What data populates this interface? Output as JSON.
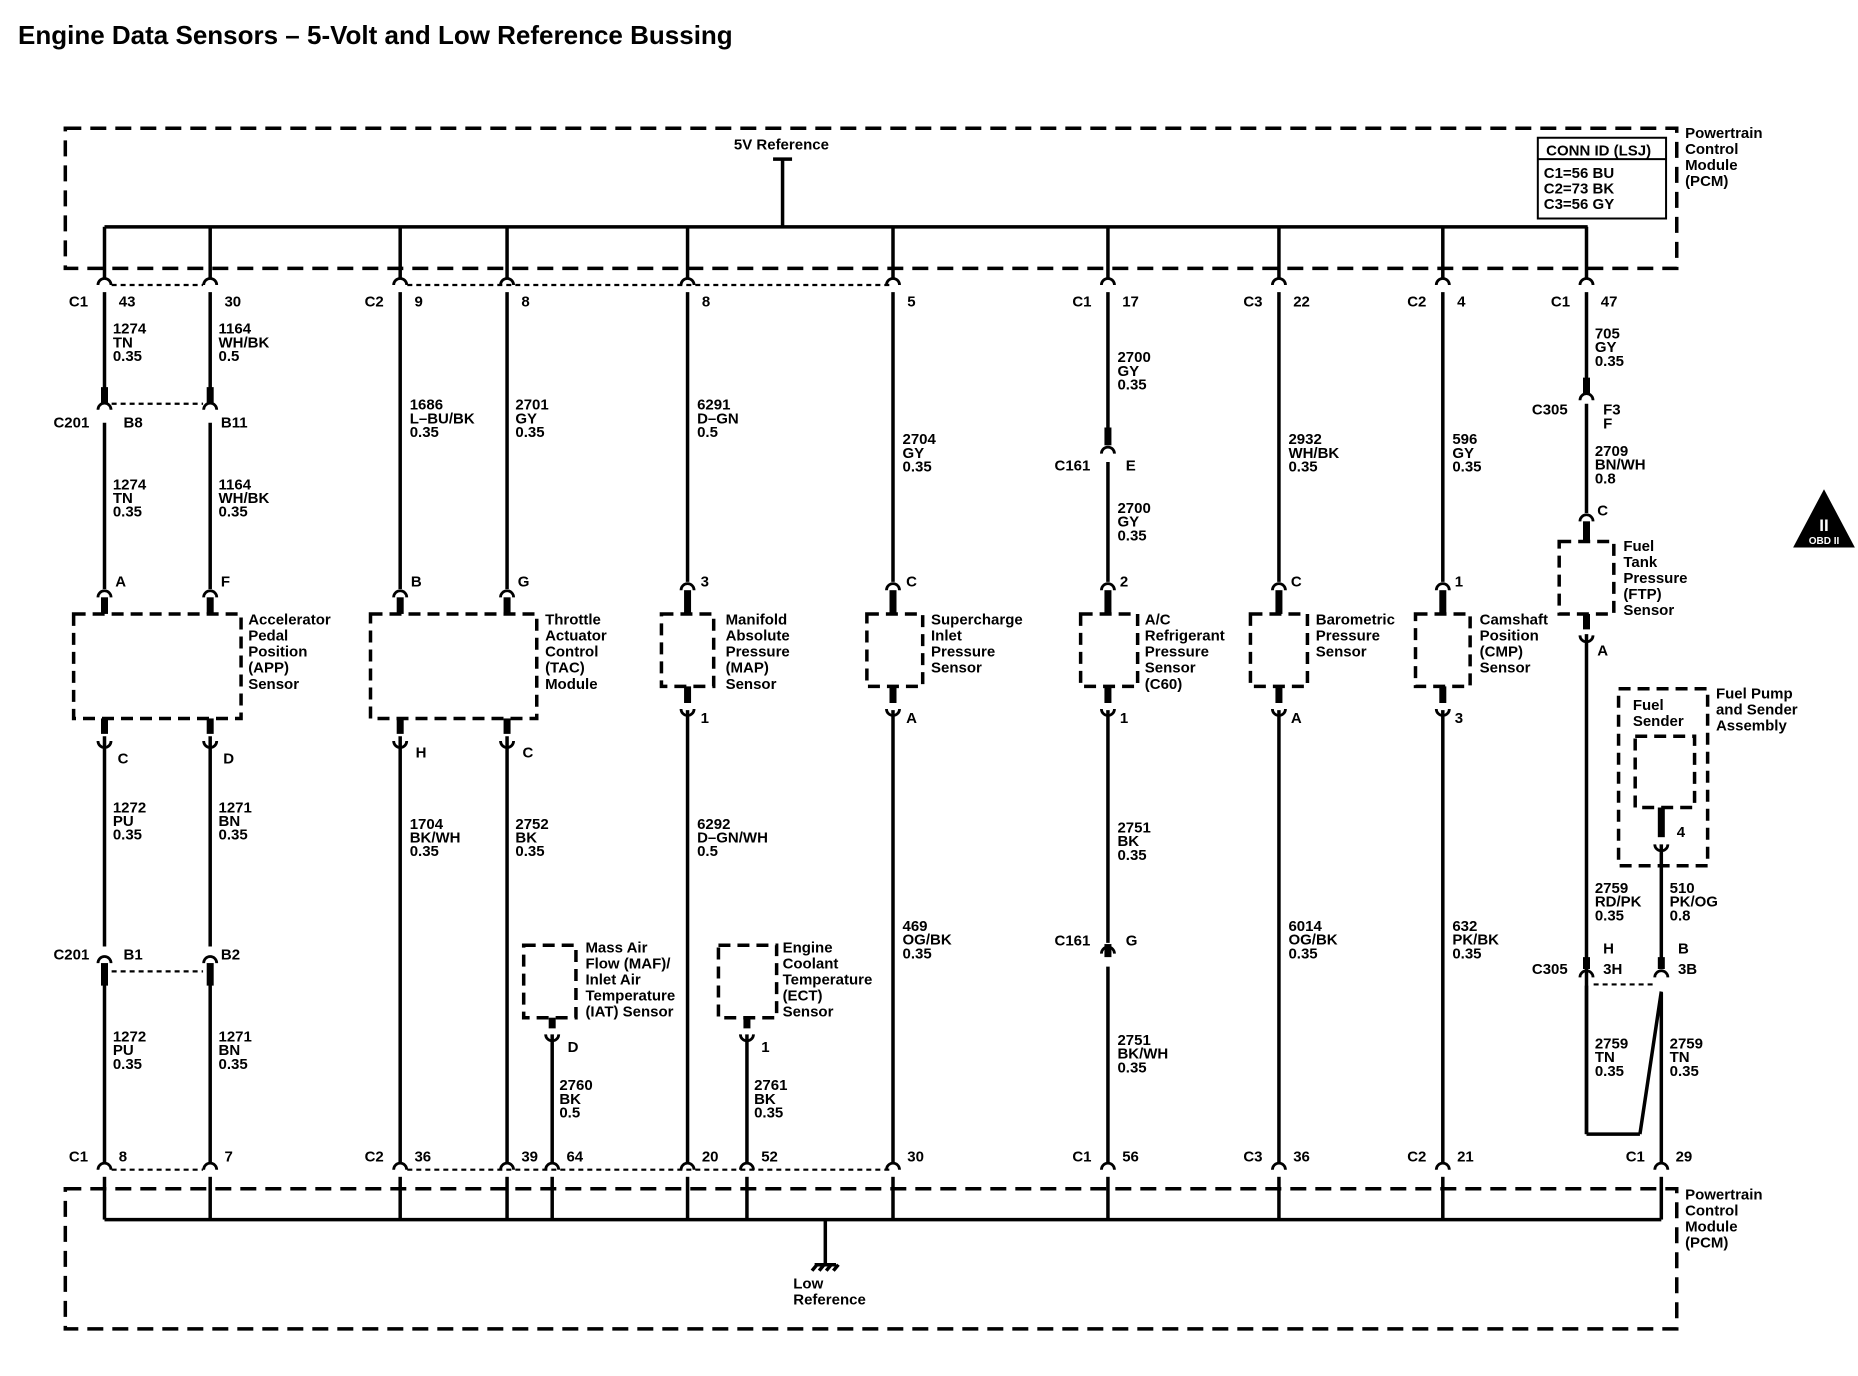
{
  "title": "Engine Data Sensors – 5-Volt and Low Reference Bussing",
  "module": {
    "name": [
      "Powertrain",
      "Control",
      "Module",
      "(PCM)"
    ],
    "conn_id_title": "CONN ID (LSJ)",
    "conn_ids": [
      "C1=56 BU",
      "C2=73 BK",
      "C3=56 GY"
    ]
  },
  "five_v_reference": "5V Reference",
  "low_reference": [
    "Low",
    "Reference"
  ],
  "obd_badge": {
    "numeral": "II",
    "text": "OBD II"
  },
  "top_pins": [
    {
      "conn": "C1",
      "pin": "43"
    },
    {
      "conn": "",
      "pin": "30"
    },
    {
      "conn": "C2",
      "pin": "9"
    },
    {
      "conn": "",
      "pin": "8"
    },
    {
      "conn": "",
      "pin": "8"
    },
    {
      "conn": "",
      "pin": "5"
    },
    {
      "conn": "C1",
      "pin": "17"
    },
    {
      "conn": "C3",
      "pin": "22"
    },
    {
      "conn": "C2",
      "pin": "4"
    },
    {
      "conn": "C1",
      "pin": "47"
    }
  ],
  "bottom_pins": [
    {
      "conn": "C1",
      "pin": "8"
    },
    {
      "conn": "",
      "pin": "7"
    },
    {
      "conn": "C2",
      "pin": "36"
    },
    {
      "conn": "",
      "pin": "39"
    },
    {
      "conn": "",
      "pin": "64"
    },
    {
      "conn": "",
      "pin": "20"
    },
    {
      "conn": "",
      "pin": "52"
    },
    {
      "conn": "",
      "pin": "30"
    },
    {
      "conn": "C1",
      "pin": "56"
    },
    {
      "conn": "C3",
      "pin": "36"
    },
    {
      "conn": "C2",
      "pin": "21"
    },
    {
      "conn": "C1",
      "pin": "29"
    }
  ],
  "wires": {
    "w1274": [
      "1274",
      "TN",
      "0.35"
    ],
    "w1164a": [
      "1164",
      "WH/BK",
      "0.5"
    ],
    "w1274b": [
      "1274",
      "TN",
      "0.35"
    ],
    "w1164b": [
      "1164",
      "WH/BK",
      "0.35"
    ],
    "w1686": [
      "1686",
      "L–BU/BK",
      "0.35"
    ],
    "w2701": [
      "2701",
      "GY",
      "0.35"
    ],
    "w6291": [
      "6291",
      "D–GN",
      "0.5"
    ],
    "w2704": [
      "2704",
      "GY",
      "0.35"
    ],
    "w2700a": [
      "2700",
      "GY",
      "0.35"
    ],
    "w2700b": [
      "2700",
      "GY",
      "0.35"
    ],
    "w2932": [
      "2932",
      "WH/BK",
      "0.35"
    ],
    "w596": [
      "596",
      "GY",
      "0.35"
    ],
    "w705": [
      "705",
      "GY",
      "0.35"
    ],
    "w2709": [
      "2709",
      "BN/WH",
      "0.8"
    ],
    "w1272a": [
      "1272",
      "PU",
      "0.35"
    ],
    "w1271a": [
      "1271",
      "BN",
      "0.35"
    ],
    "w1272b": [
      "1272",
      "PU",
      "0.35"
    ],
    "w1271b": [
      "1271",
      "BN",
      "0.35"
    ],
    "w1704": [
      "1704",
      "BK/WH",
      "0.35"
    ],
    "w2752": [
      "2752",
      "BK",
      "0.35"
    ],
    "w6292": [
      "6292",
      "D–GN/WH",
      "0.5"
    ],
    "w469": [
      "469",
      "OG/BK",
      "0.35"
    ],
    "w2751a": [
      "2751",
      "BK",
      "0.35"
    ],
    "w2751b": [
      "2751",
      "BK/WH",
      "0.35"
    ],
    "w6014": [
      "6014",
      "OG/BK",
      "0.35"
    ],
    "w632": [
      "632",
      "PK/BK",
      "0.35"
    ],
    "w2760": [
      "2760",
      "BK",
      "0.5"
    ],
    "w2761": [
      "2761",
      "BK",
      "0.35"
    ],
    "w2759a": [
      "2759",
      "RD/PK",
      "0.35"
    ],
    "w510": [
      "510",
      "PK/OG",
      "0.8"
    ],
    "w2759b": [
      "2759",
      "TN",
      "0.35"
    ],
    "w2759c": [
      "2759",
      "TN",
      "0.35"
    ]
  },
  "connectors": {
    "c201_top": {
      "name": "C201",
      "a": "B8",
      "b": "B11"
    },
    "c201_bot": {
      "name": "C201",
      "a": "B1",
      "b": "B2"
    },
    "c161_top": {
      "name": "C161",
      "pin": "E"
    },
    "c161_bot": {
      "name": "C161",
      "pin": "G"
    },
    "c305_top": {
      "name": "C305",
      "pin": "F3",
      "pin2": "F"
    },
    "c305_bot": {
      "name": "C305",
      "a": "H",
      "a2": "3H",
      "b": "B",
      "b2": "3B"
    }
  },
  "components": [
    {
      "id": "app",
      "lines": [
        "Accelerator",
        "Pedal",
        "Position",
        "(APP)",
        "Sensor"
      ],
      "top_pins": [
        "A",
        "F"
      ],
      "bottom_pins": [
        "C",
        "D"
      ]
    },
    {
      "id": "tac",
      "lines": [
        "Throttle",
        "Actuator",
        "Control",
        "(TAC)",
        "Module"
      ],
      "top_pins": [
        "B",
        "G"
      ],
      "bottom_pins": [
        "H",
        "C"
      ]
    },
    {
      "id": "map",
      "lines": [
        "Manifold",
        "Absolute",
        "Pressure",
        "(MAP)",
        "Sensor"
      ],
      "top_pins": [
        "3"
      ],
      "bottom_pins": [
        "1"
      ]
    },
    {
      "id": "sip",
      "lines": [
        "Supercharge",
        "Inlet",
        "Pressure",
        "Sensor"
      ],
      "top_pins": [
        "C"
      ],
      "bottom_pins": [
        "A"
      ]
    },
    {
      "id": "acrp",
      "lines": [
        "A/C",
        "Refrigerant",
        "Pressure",
        "Sensor",
        "(C60)"
      ],
      "top_pins": [
        "2"
      ],
      "bottom_pins": [
        "1"
      ]
    },
    {
      "id": "baro",
      "lines": [
        "Barometric",
        "Pressure",
        "Sensor"
      ],
      "top_pins": [
        "C"
      ],
      "bottom_pins": [
        "A"
      ]
    },
    {
      "id": "cmp",
      "lines": [
        "Camshaft",
        "Position",
        "(CMP)",
        "Sensor"
      ],
      "top_pins": [
        "1"
      ],
      "bottom_pins": [
        "3"
      ]
    },
    {
      "id": "ftp",
      "lines": [
        "Fuel",
        "Tank",
        "Pressure",
        "(FTP)",
        "Sensor"
      ],
      "top_pins": [
        "C"
      ],
      "bottom_pins": [
        "A"
      ]
    },
    {
      "id": "maf",
      "lines": [
        "Mass Air",
        "Flow (MAF)/",
        "Inlet Air",
        "Temperature",
        "(IAT) Sensor"
      ],
      "bottom_pins": [
        "D"
      ]
    },
    {
      "id": "ect",
      "lines": [
        "Engine",
        "Coolant",
        "Temperature",
        "(ECT)",
        "Sensor"
      ],
      "bottom_pins": [
        "1"
      ]
    },
    {
      "id": "fuel_sender",
      "lines": [
        "Fuel",
        "Sender"
      ],
      "bottom_pins": [
        "4"
      ]
    },
    {
      "id": "fuel_pump",
      "lines": [
        "Fuel Pump",
        "and Sender",
        "Assembly"
      ]
    }
  ]
}
